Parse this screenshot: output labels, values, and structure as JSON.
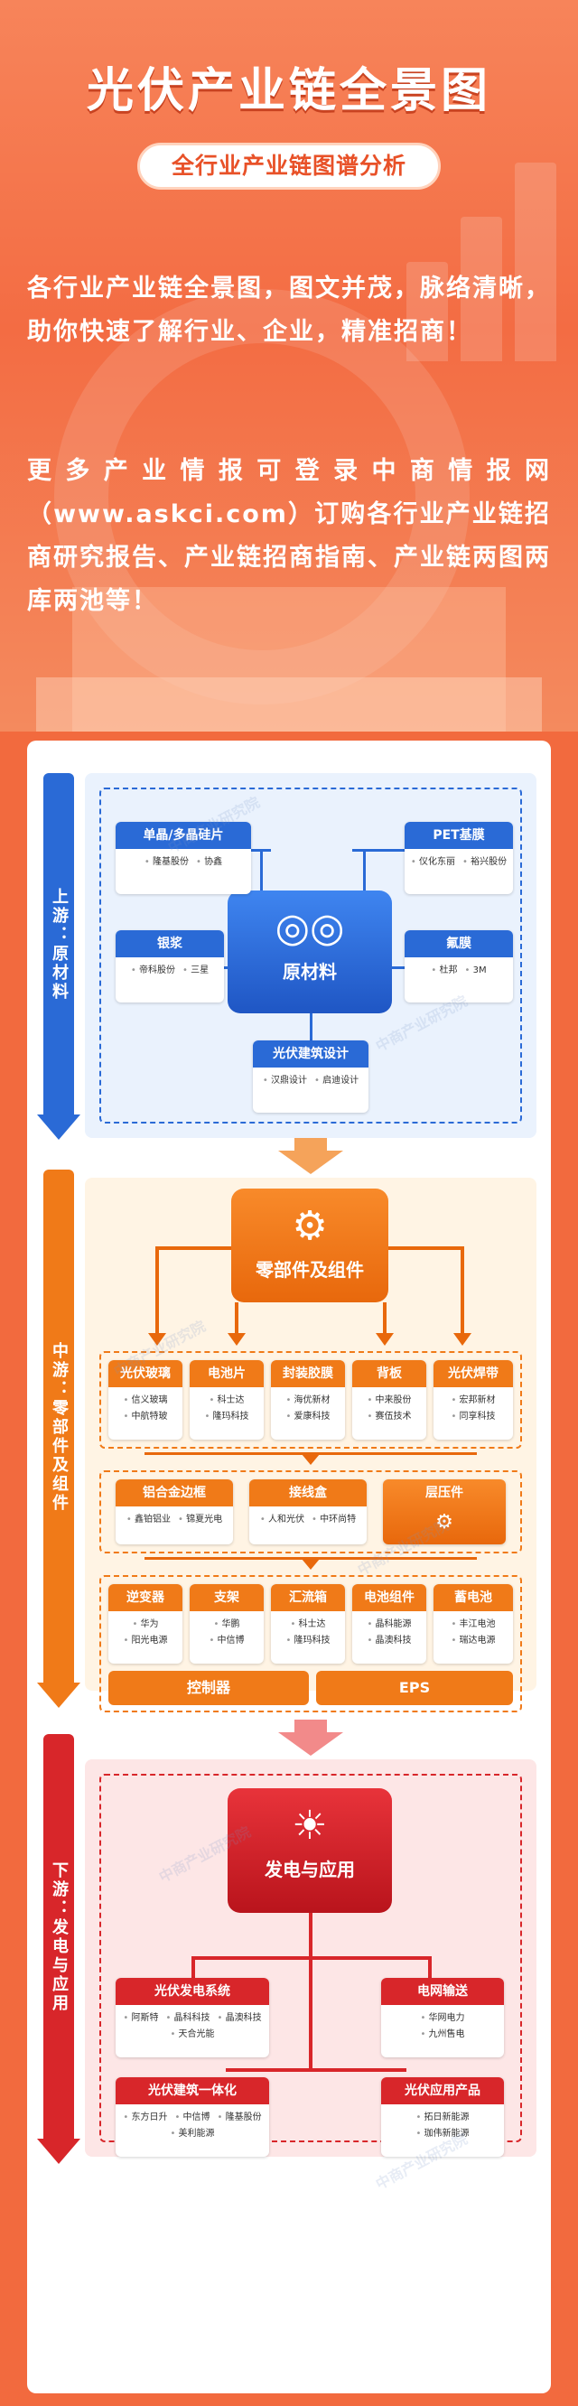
{
  "header": {
    "title": "光伏产业链全景图",
    "subtitle": "全行业产业链图谱分析",
    "intro1": "各行业产业链全景图，图文并茂，脉络清晰，助你快速了解行业、企业，精准招商！",
    "intro2": "更多产业情报可登录中商情报网（www.askci.com）订购各行业产业链招商研究报告、产业链招商指南、产业链两图两库两池等！"
  },
  "watermark": "中商产业研究院",
  "colors": {
    "upstream": "#2a6ad6",
    "midstream": "#f07a18",
    "downstream": "#d8262a"
  },
  "upstream": {
    "stage_label": "上游：原材料",
    "hub": {
      "label": "原材料",
      "icon": "pipes-icon"
    },
    "boxes": [
      {
        "title": "单晶/多晶硅片",
        "items": [
          "隆基股份",
          "协鑫"
        ]
      },
      {
        "title": "PET基膜",
        "items": [
          "仪化东丽",
          "裕兴股份"
        ]
      },
      {
        "title": "银浆",
        "items": [
          "帝科股份",
          "三星"
        ]
      },
      {
        "title": "氟膜",
        "items": [
          "杜邦",
          "3M"
        ]
      },
      {
        "title": "光伏建筑设计",
        "items": [
          "汉鼎设计",
          "启迪设计"
        ]
      }
    ]
  },
  "midstream": {
    "stage_label": "中游：零部件及组件",
    "hub": {
      "label": "零部件及组件",
      "icon": "gear-circuit-icon"
    },
    "row1": [
      {
        "title": "光伏玻璃",
        "items": [
          "信义玻璃",
          "中航特玻"
        ]
      },
      {
        "title": "电池片",
        "items": [
          "科士达",
          "隆玛科技"
        ]
      },
      {
        "title": "封装胶膜",
        "items": [
          "海优新材",
          "爱康科技"
        ]
      },
      {
        "title": "背板",
        "items": [
          "中来股份",
          "赛伍技术"
        ]
      },
      {
        "title": "光伏焊带",
        "items": [
          "宏邦新材",
          "同享科技"
        ]
      }
    ],
    "row2": [
      {
        "title": "铝合金边框",
        "items": [
          "鑫铂铝业",
          "锦夏光电"
        ]
      },
      {
        "title": "接线盒",
        "items": [
          "人和光伏",
          "中环尚特"
        ]
      },
      {
        "title": "层压件",
        "items": []
      }
    ],
    "row3": [
      {
        "title": "逆变器",
        "items": [
          "华为",
          "阳光电源"
        ]
      },
      {
        "title": "支架",
        "items": [
          "华鹏",
          "中信博"
        ]
      },
      {
        "title": "汇流箱",
        "items": [
          "科士达",
          "隆玛科技"
        ]
      },
      {
        "title": "电池组件",
        "items": [
          "晶科能源",
          "晶澳科技"
        ]
      },
      {
        "title": "蓄电池",
        "items": [
          "丰江电池",
          "瑞达电源"
        ]
      }
    ],
    "bars": [
      "控制器",
      "EPS"
    ]
  },
  "downstream": {
    "stage_label": "下游：发电与应用",
    "hub": {
      "label": "发电与应用",
      "icon": "box-sun-icon"
    },
    "boxes": [
      {
        "title": "光伏发电系统",
        "items": [
          "阿斯特",
          "晶科科技",
          "晶澳科技",
          "天合光能"
        ]
      },
      {
        "title": "电网输送",
        "items": [
          "华网电力",
          "九州售电"
        ]
      },
      {
        "title": "光伏建筑一体化",
        "items": [
          "东方日升",
          "中信博",
          "隆基股份",
          "美利能源"
        ]
      },
      {
        "title": "光伏应用产品",
        "items": [
          "拓日新能源",
          "珈伟新能源"
        ]
      }
    ]
  }
}
